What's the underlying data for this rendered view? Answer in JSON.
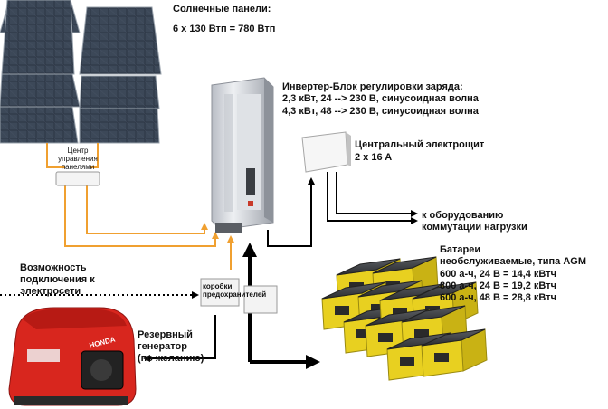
{
  "panels": {
    "title": "Солнечные панели:",
    "spec": "6 x 130 Втп = 780 Втп"
  },
  "controller": {
    "line1": "Центр",
    "line2": "управления",
    "line3": "панелями"
  },
  "inverter": {
    "title": "Инвертер-Блок регулировки заряда:",
    "line1": "2,3 кВт, 24 --> 230 В, синусоидная волна",
    "line2": "4,3 кВт, 48 --> 230 В, синусоидная волна"
  },
  "distribution": {
    "title": "Центральный электрощит",
    "spec": "2 x 16 A"
  },
  "load": {
    "line1": "к оборудованию",
    "line2": "коммутации нагрузки"
  },
  "batteries": {
    "title": "Батареи",
    "type": "необслуживаемые, типа AGM",
    "opt1": "600 а-ч, 24 В = 14,4 кВтч",
    "opt2": "800 а-ч, 24 В = 19,2 кВтч",
    "opt3": "600 а-ч, 48 В = 28,8 кВтч"
  },
  "grid": {
    "line1": "Возможность",
    "line2": "подключения к",
    "line3": "электросети"
  },
  "fuses": {
    "line1": "коробки",
    "line2": "предохранителей"
  },
  "generator": {
    "line1": "Резервный",
    "line2": "генератор",
    "line3": "(по желанию)",
    "brand": "HONDA"
  },
  "colors": {
    "dc_wire": "#f0a030",
    "ac_wire": "#000000",
    "panel_cell": "#2a3442",
    "battery_body": "#e8d020",
    "generator_body": "#d8261e"
  }
}
